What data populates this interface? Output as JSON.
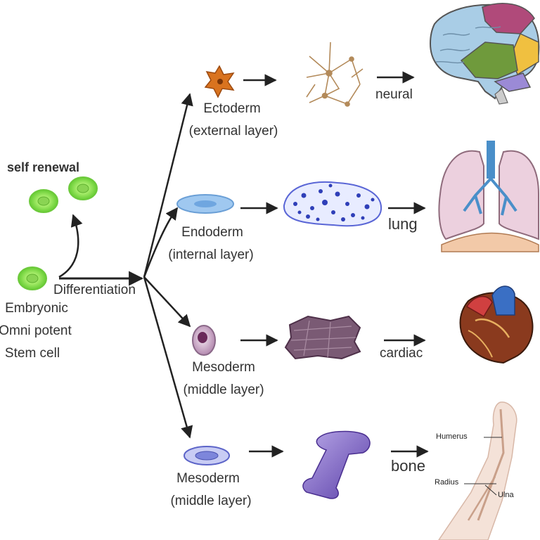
{
  "stem": {
    "self_renewal": "self renewal",
    "differentiation": "Differentiation",
    "name_line1": "Embryonic",
    "name_line2": "Omni potent",
    "name_line3": "Stem cell"
  },
  "branches": [
    {
      "layer": "Ectoderm",
      "sub": "(external layer)",
      "organ": "neural"
    },
    {
      "layer": "Endoderm",
      "sub": "(internal layer)",
      "organ": "lung"
    },
    {
      "layer": "Mesoderm",
      "sub": "(middle layer)",
      "organ": "cardiac"
    },
    {
      "layer": "Mesoderm",
      "sub": "(middle layer)",
      "organ": "bone"
    }
  ],
  "arm_labels": {
    "humerus": "Humerus",
    "radius": "Radius",
    "ulna": "Ulna"
  },
  "colors": {
    "stem_cell": "#8fe05a",
    "arrow": "#222222",
    "text": "#333333"
  }
}
